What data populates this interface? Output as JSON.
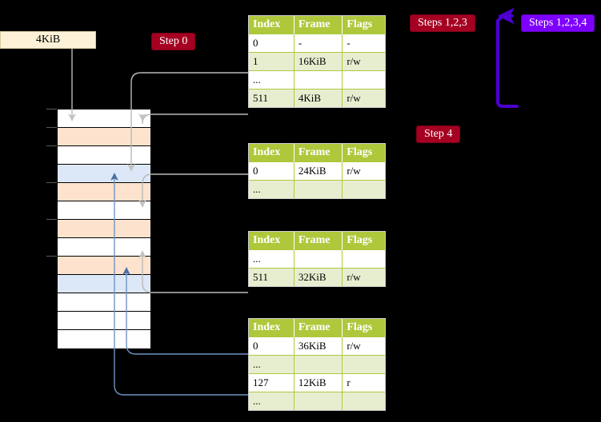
{
  "diagram": {
    "title_badges": {
      "step0": "Step 0",
      "steps123": "Steps 1,2,3",
      "steps1234": "Steps 1,2,3,4",
      "step4": "Step 4"
    },
    "frame_label": "4KiB",
    "colors": {
      "header_green": "#aec83c",
      "row_alt_green": "#e7eed0",
      "highlight_yellow": "#fbf8c2",
      "badge_red": "#a50021",
      "badge_purple": "#7d00ff",
      "mem_orange": "#fde3cd",
      "mem_blue": "#dce8f7",
      "frame_label_bg": "#fdf2d8",
      "connector_gray": "#b0b0b0",
      "connector_blue": "#6a8fc0"
    }
  },
  "tables": [
    {
      "id": "table-level-0",
      "headers": [
        "Index",
        "Frame",
        "Flags"
      ],
      "rows": [
        {
          "style": "plain",
          "cells": [
            "0",
            "-",
            "-"
          ]
        },
        {
          "style": "alt",
          "cells": [
            "1",
            "16KiB",
            "r/w"
          ]
        },
        {
          "style": "plain",
          "cells": [
            "...",
            "",
            ""
          ]
        },
        {
          "style": "alt",
          "cells": [
            "511",
            "4KiB",
            "r/w"
          ],
          "highlight": true
        }
      ]
    },
    {
      "id": "table-level-1",
      "headers": [
        "Index",
        "Frame",
        "Flags"
      ],
      "rows": [
        {
          "style": "plain",
          "cells": [
            "0",
            "24KiB",
            "r/w"
          ]
        },
        {
          "style": "alt",
          "cells": [
            "...",
            "",
            ""
          ]
        }
      ]
    },
    {
      "id": "table-level-2",
      "headers": [
        "Index",
        "Frame",
        "Flags"
      ],
      "rows": [
        {
          "style": "plain",
          "cells": [
            "...",
            "",
            ""
          ]
        },
        {
          "style": "alt",
          "cells": [
            "511",
            "32KiB",
            "r/w"
          ]
        }
      ]
    },
    {
      "id": "table-level-3",
      "headers": [
        "Index",
        "Frame",
        "Flags"
      ],
      "rows": [
        {
          "style": "plain",
          "cells": [
            "0",
            "36KiB",
            "r/w"
          ]
        },
        {
          "style": "alt",
          "cells": [
            "...",
            "",
            ""
          ]
        },
        {
          "style": "plain",
          "cells": [
            "127",
            "12KiB",
            "r"
          ]
        },
        {
          "style": "alt",
          "cells": [
            "...",
            "",
            ""
          ]
        }
      ]
    }
  ],
  "memory_column": {
    "name": "physical-memory-frames",
    "rows": [
      {
        "fill": "white"
      },
      {
        "fill": "orange"
      },
      {
        "fill": "white"
      },
      {
        "fill": "blue"
      },
      {
        "fill": "orange"
      },
      {
        "fill": "white"
      },
      {
        "fill": "orange"
      },
      {
        "fill": "white"
      },
      {
        "fill": "orange"
      },
      {
        "fill": "blue"
      },
      {
        "fill": "white"
      },
      {
        "fill": "white"
      },
      {
        "fill": "white"
      }
    ]
  }
}
